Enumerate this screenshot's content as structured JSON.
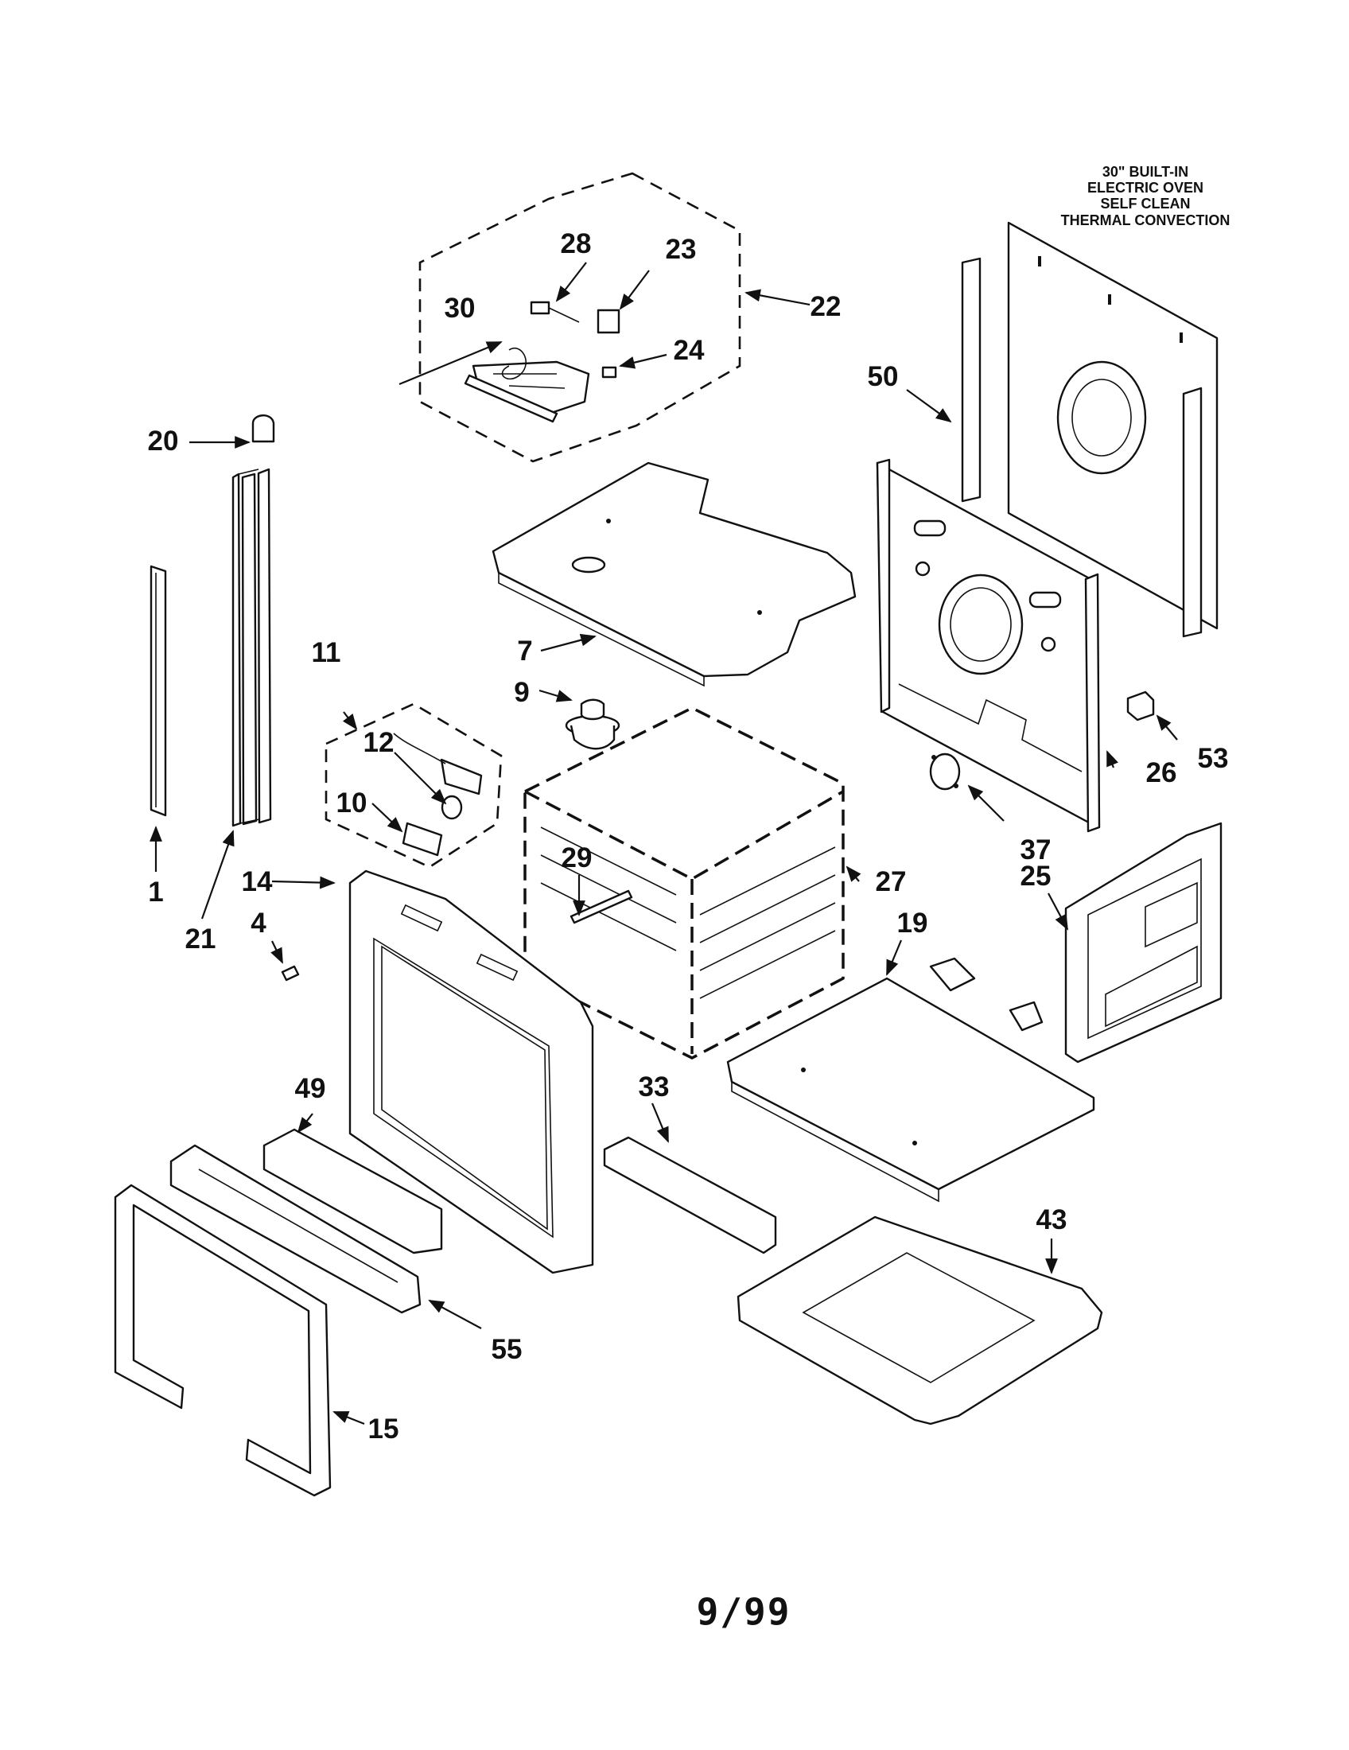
{
  "title": {
    "lines": [
      "30\" BUILT-IN",
      "ELECTRIC OVEN",
      "SELF CLEAN",
      "THERMAL CONVECTION"
    ]
  },
  "footer": {
    "page_code": "9/99"
  },
  "callouts": {
    "c1": "1",
    "c4": "4",
    "c7": "7",
    "c9": "9",
    "c10": "10",
    "c11": "11",
    "c12": "12",
    "c14": "14",
    "c15": "15",
    "c19": "19",
    "c20": "20",
    "c21": "21",
    "c22": "22",
    "c23": "23",
    "c24": "24",
    "c25": "25",
    "c26": "26",
    "c27": "27",
    "c28": "28",
    "c29": "29",
    "c30": "30",
    "c33": "33",
    "c37": "37",
    "c43": "43",
    "c49": "49",
    "c50": "50",
    "c53": "53",
    "c55": "55"
  },
  "colors": {
    "ink": "#111111",
    "paper": "#ffffff"
  }
}
